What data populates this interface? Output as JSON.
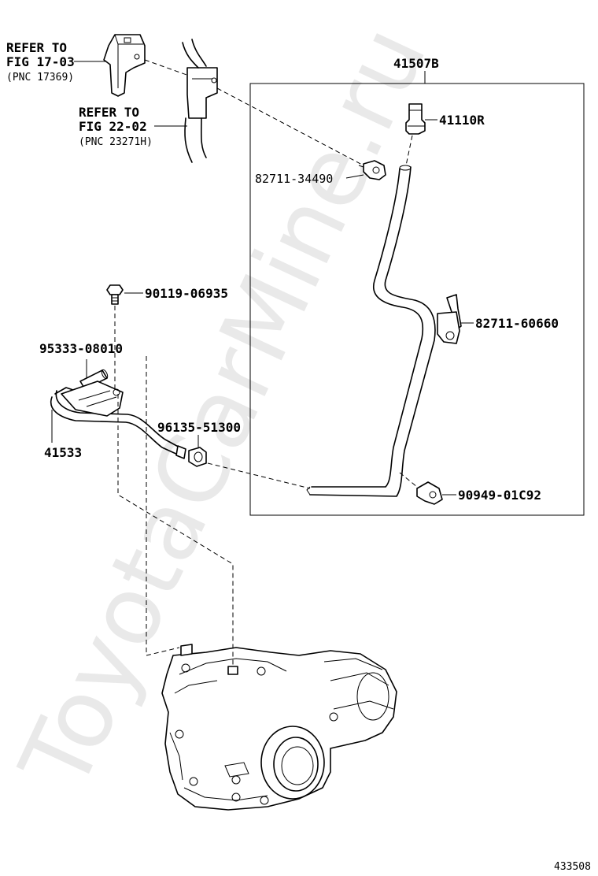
{
  "watermark": "ToyotaCarMine.ru",
  "figure_number": "433508",
  "assembly_label": "41507B",
  "references": [
    {
      "line1": "REFER TO",
      "line2": "FIG 17-03",
      "line3": "(PNC 17369)"
    },
    {
      "line1": "REFER TO",
      "line2": "FIG 22-02",
      "line3": "(PNC 23271H)"
    }
  ],
  "parts": {
    "p41110R": "41110R",
    "p82711_34490": "82711-34490",
    "p82711_60660": "82711-60660",
    "p90949_01C92": "90949-01C92",
    "p90119_06935": "90119-06935",
    "p95333_08010": "95333-08010",
    "p41533": "41533",
    "p96135_51300": "96135-51300"
  }
}
